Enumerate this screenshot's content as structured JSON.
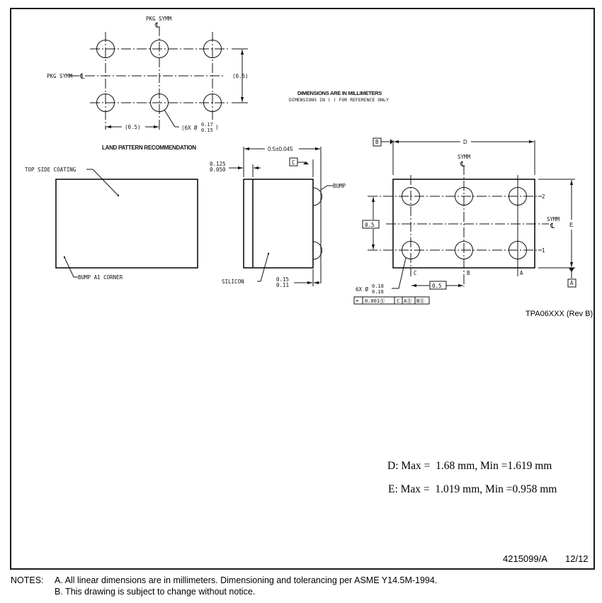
{
  "land_pattern": {
    "title": "LAND PATTERN RECOMMENDATION",
    "pkg_symm_top": "PKG SYMM",
    "pkg_symm_left": "PKG SYMM",
    "centerline_symbol": "℄",
    "pitch_x": "(0.5)",
    "pitch_y": "(0.5)",
    "pad_callout_prefix": "(6X Ø",
    "pad_dia_max": "0.17",
    "pad_dia_min": "0.15",
    "pad_callout_suffix": ")",
    "rows": 2,
    "cols": 3
  },
  "notes_header": {
    "line1": "DIMENSIONS ARE IN MILLIMETERS",
    "line2": "DIMENSIONS IN ( ) FOR REFERENCE ONLY"
  },
  "top_view": {
    "top_side_coating": "TOP SIDE COATING",
    "bump_a1_corner": "BUMP A1 CORNER"
  },
  "side_view": {
    "overall_thickness": "0.5±0.045",
    "coating_max": "0.125",
    "coating_min": "0.050",
    "datum_c": "C",
    "bump_label": "BUMP",
    "silicon_label": "SILICON",
    "bump_height_max": "0.15",
    "bump_height_min": "0.11"
  },
  "bottom_view": {
    "datum_b": "B",
    "datum_a": "A",
    "dim_d": "D",
    "dim_e": "E",
    "symm": "SYMM",
    "pitch_y": "0.5",
    "pitch_x": "0.5",
    "row_labels": [
      "2",
      "1"
    ],
    "col_labels": [
      "C",
      "B",
      "A"
    ],
    "ball_callout_prefix": "6X Ø",
    "ball_dia_max": "0.18",
    "ball_dia_min": "0.16",
    "fcf": {
      "symbol": "⌖",
      "tolerance": "0.001Ⓢ",
      "datum1": "C",
      "datum2": "AⓈ",
      "datum3": "BⓈ"
    }
  },
  "drawing_ref": "TPA06XXX (Rev B)",
  "dimension_table": {
    "d_line": "D: Max =  1.68 mm, Min =1.619 mm",
    "e_line": "E: Max =  1.019 mm, Min =0.958 mm"
  },
  "title_block": {
    "doc_number": "4215099/A",
    "page": "12/12"
  },
  "notes": {
    "label": "NOTES:",
    "items": [
      "A. All linear dimensions are in millimeters. Dimensioning and tolerancing per ASME Y14.5M-1994.",
      "B. This drawing is subject to change without notice."
    ]
  }
}
